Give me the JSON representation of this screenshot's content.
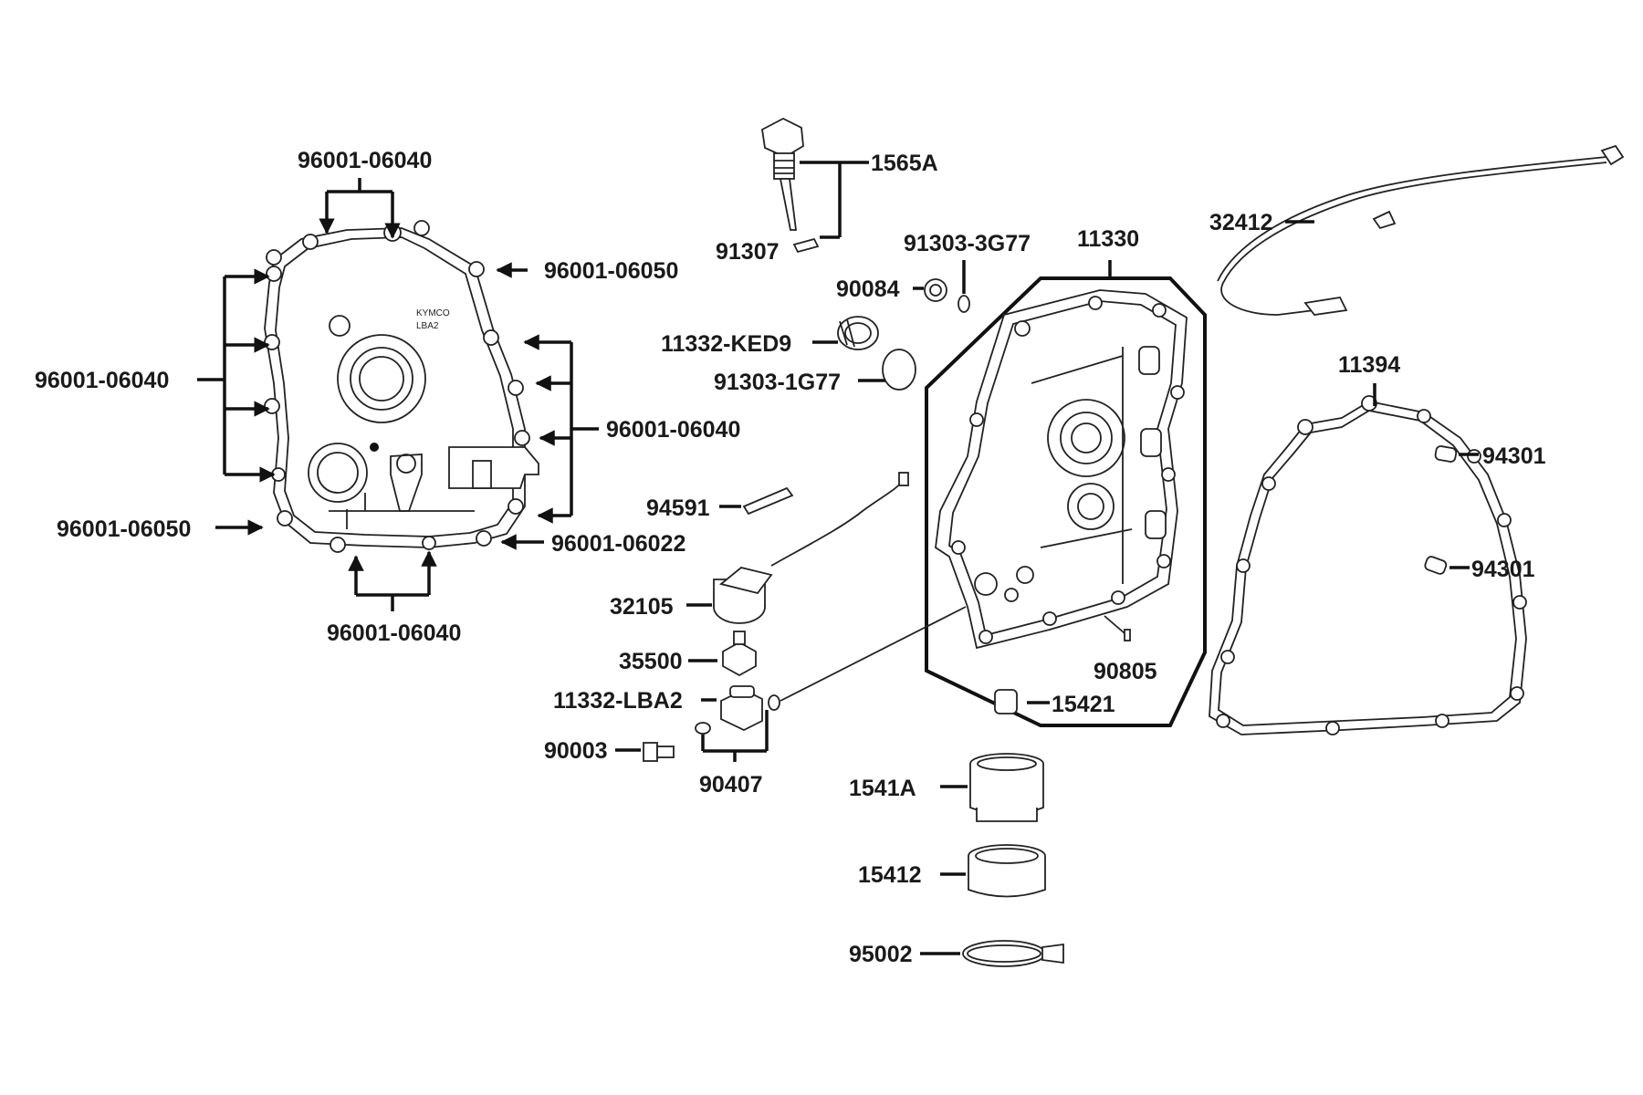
{
  "cover_markings": {
    "brand": "KYMCO",
    "model": "LBA2"
  },
  "labels": {
    "left_top": "96001-06040",
    "left_upper_right": "96001-06050",
    "left_side": "96001-06040",
    "left_right_group": "96001-06040",
    "left_lower_left": "96001-06050",
    "left_lower_right": "96001-06022",
    "left_bottom": "96001-06040",
    "dipstick": "1565A",
    "dipstick_oring": "91307",
    "oring_3g77": "91303-3G77",
    "cover": "11330",
    "plug_90084": "90084",
    "cap_ked9": "11332-KED9",
    "oring_1g77": "91303-1G77",
    "cable": "32412",
    "gasket": "11394",
    "dowel_1": "94301",
    "dowel_2": "94301",
    "clip": "94591",
    "sensor": "32105",
    "switch": "35500",
    "union": "11332-LBA2",
    "bolt": "90003",
    "orings_90407": "90407",
    "pin": "90805",
    "collar": "15421",
    "filter": "1541A",
    "screen": "15412",
    "clamp": "95002"
  }
}
